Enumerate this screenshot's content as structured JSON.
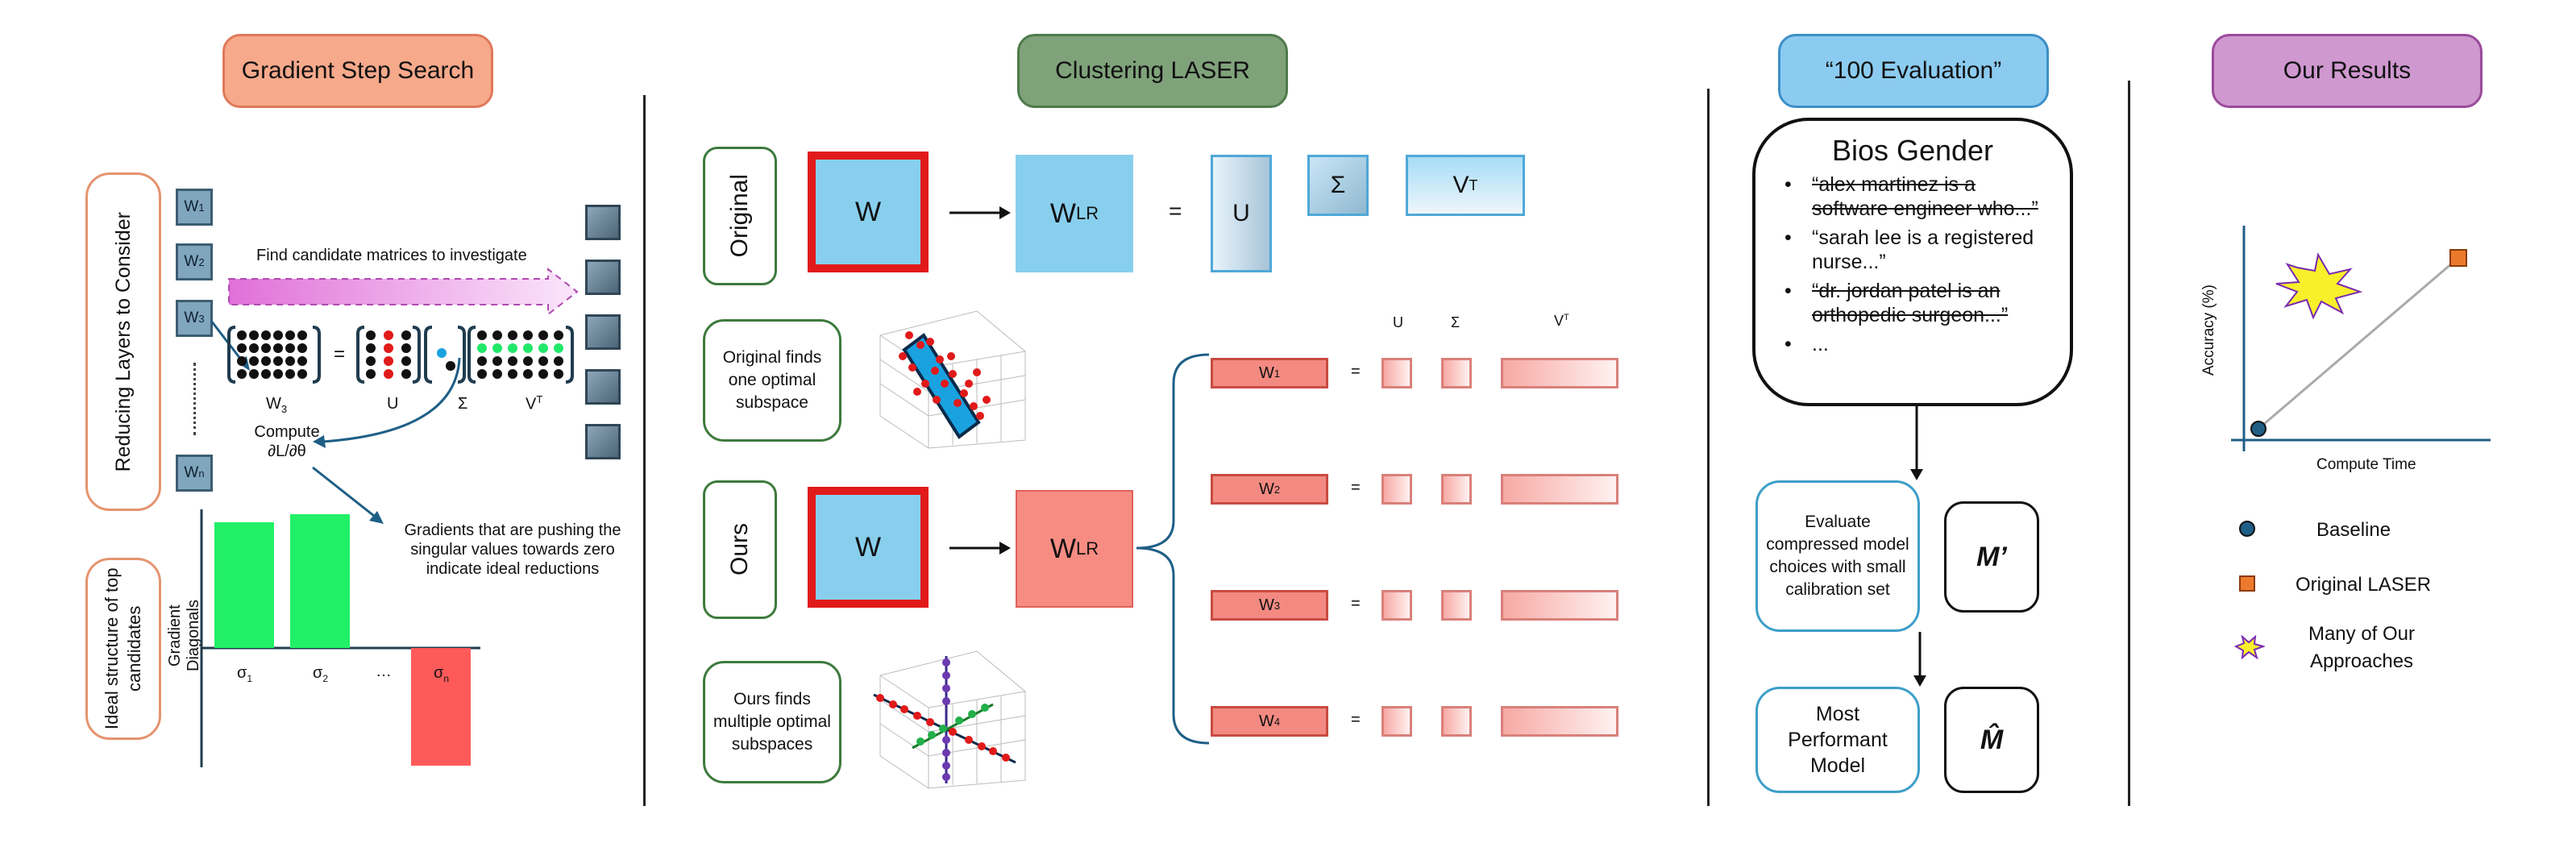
{
  "headers": {
    "gradient": "Gradient Step Search",
    "clustering": "Clustering LASER",
    "evaluation": "“100 Evaluation”",
    "results": "Our Results"
  },
  "colors": {
    "gradient_header": "#f6a98b",
    "clustering_header": "#7fa27a",
    "evaluation_header": "#8ccbf0",
    "results_header": "#cf98cf",
    "matrix_blue": "#88cfee",
    "matrix_red_border": "#e11a1a",
    "matrix_salmon": "#f78c83",
    "green_bar": "#22f066",
    "red_bar": "#ff5a5a"
  },
  "gradient": {
    "reducing_layers_label": "Reducing Layers to Consider",
    "layers": [
      {
        "base": "W",
        "sub": "1"
      },
      {
        "base": "W",
        "sub": "2"
      },
      {
        "base": "W",
        "sub": "3"
      },
      {
        "base": "W",
        "sub": "n"
      }
    ],
    "find_candidates": "Find candidate matrices to investigate",
    "eq_w3": "W",
    "eq_w3_sub": "3",
    "eq_u": "U",
    "eq_sigma": "Σ",
    "eq_vt": "V",
    "eq_vt_sup": "T",
    "eq_equals": "=",
    "compute_line1": "Compute",
    "compute_line2": "∂L/∂θ",
    "gradients_note": "Gradients that are pushing the singular values towards zero indicate ideal reductions",
    "ideal_label": "Ideal structure of top candidates",
    "gradient_diagonals": "Gradient Diagonals",
    "bar_labels": [
      "σ",
      "σ",
      "…",
      "σ"
    ],
    "bar_subs": [
      "1",
      "2",
      "",
      "n"
    ]
  },
  "clustering": {
    "original_label": "Original",
    "ours_label": "Ours",
    "w": "W",
    "wlr_base": "W",
    "wlr_sub": "LR",
    "u": "U",
    "sigma": "Σ",
    "vt_base": "V",
    "vt_sup": "T",
    "equals": "=",
    "original_finds": "Original finds one optimal subspace",
    "ours_finds": "Ours finds multiple optimal subspaces",
    "col_u": "U",
    "col_sigma": "Σ",
    "col_vt": "V",
    "col_vt_sup": "T",
    "rows": [
      {
        "base": "W",
        "sub": "1"
      },
      {
        "base": "W",
        "sub": "2"
      },
      {
        "base": "W",
        "sub": "3"
      },
      {
        "base": "W",
        "sub": "4"
      }
    ]
  },
  "evaluation": {
    "bios_title": "Bios Gender",
    "bullets": [
      {
        "text": "“alex martinez is a software engineer who...”",
        "struck": true
      },
      {
        "text": "“sarah lee is a registered nurse...”",
        "struck": false
      },
      {
        "text": "“dr. jordan patel is an orthopedic surgeon...”",
        "struck": true
      },
      {
        "text": "...",
        "struck": false
      }
    ],
    "evaluate_text": "Evaluate compressed model choices with small calibration set",
    "m_prime": "M’",
    "most_performant": "Most Performant Model",
    "m_hat": "M̂"
  },
  "results": {
    "y_label": "Accuracy (%)",
    "x_label": "Compute Time",
    "legend": [
      {
        "label": "Baseline",
        "icon": "circle"
      },
      {
        "label": "Original LASER",
        "icon": "square"
      },
      {
        "label": "Many of Our Approaches",
        "icon": "explosion"
      }
    ]
  }
}
